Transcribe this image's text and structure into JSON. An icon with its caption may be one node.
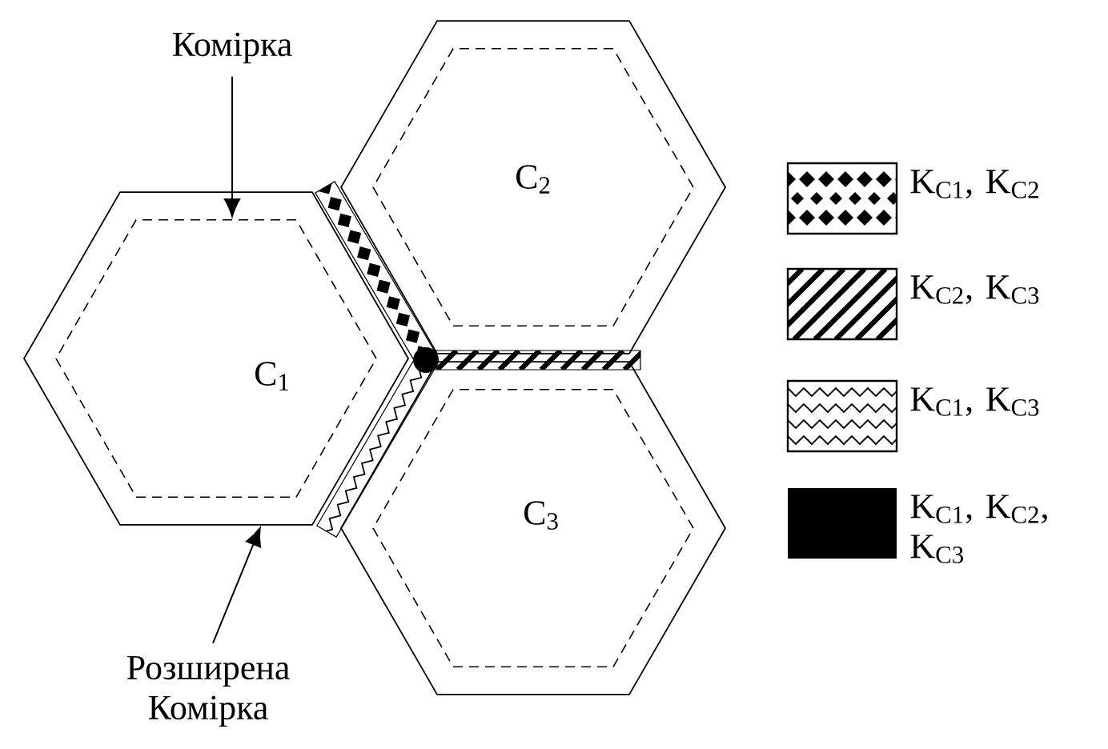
{
  "diagram": {
    "nodes": [
      {
        "text": [],
        "shape": "hexagon"
      },
      {
        "text": [
          "C$_{1}$"
        ],
        "in": 0
      },
      {
        "text": [],
        "shape": "hexagon"
      },
      {
        "text": [
          "C$_{2}$"
        ],
        "in": 2
      },
      {
        "text": [],
        "shape": "hexagon"
      },
      {
        "text": [
          "C$_{3}$"
        ],
        "in": 4
      },
      {
        "text": [
          "Комірка"
        ]
      },
      {
        "text": [
          "Розширена Комірка"
        ]
      }
    ],
    "edges": [
      {
        "from": 6,
        "to": 1,
        "arrow": "to"
      },
      {
        "from": 7,
        "to": 0,
        "arrow": "to"
      }
    ],
    "legend": [
      {
        "text": "K$_{C1}$, K$_{C2}$"
      },
      {
        "text": "K$_{C2}$, K$_{C3}$"
      },
      {
        "text": "K$_{C1}$, K$_{C3}$"
      },
      {
        "text": "K$_{C1}$, K$_{C2}$, K$_{C3}$",
        "color": "#000000"
      }
    ]
  }
}
